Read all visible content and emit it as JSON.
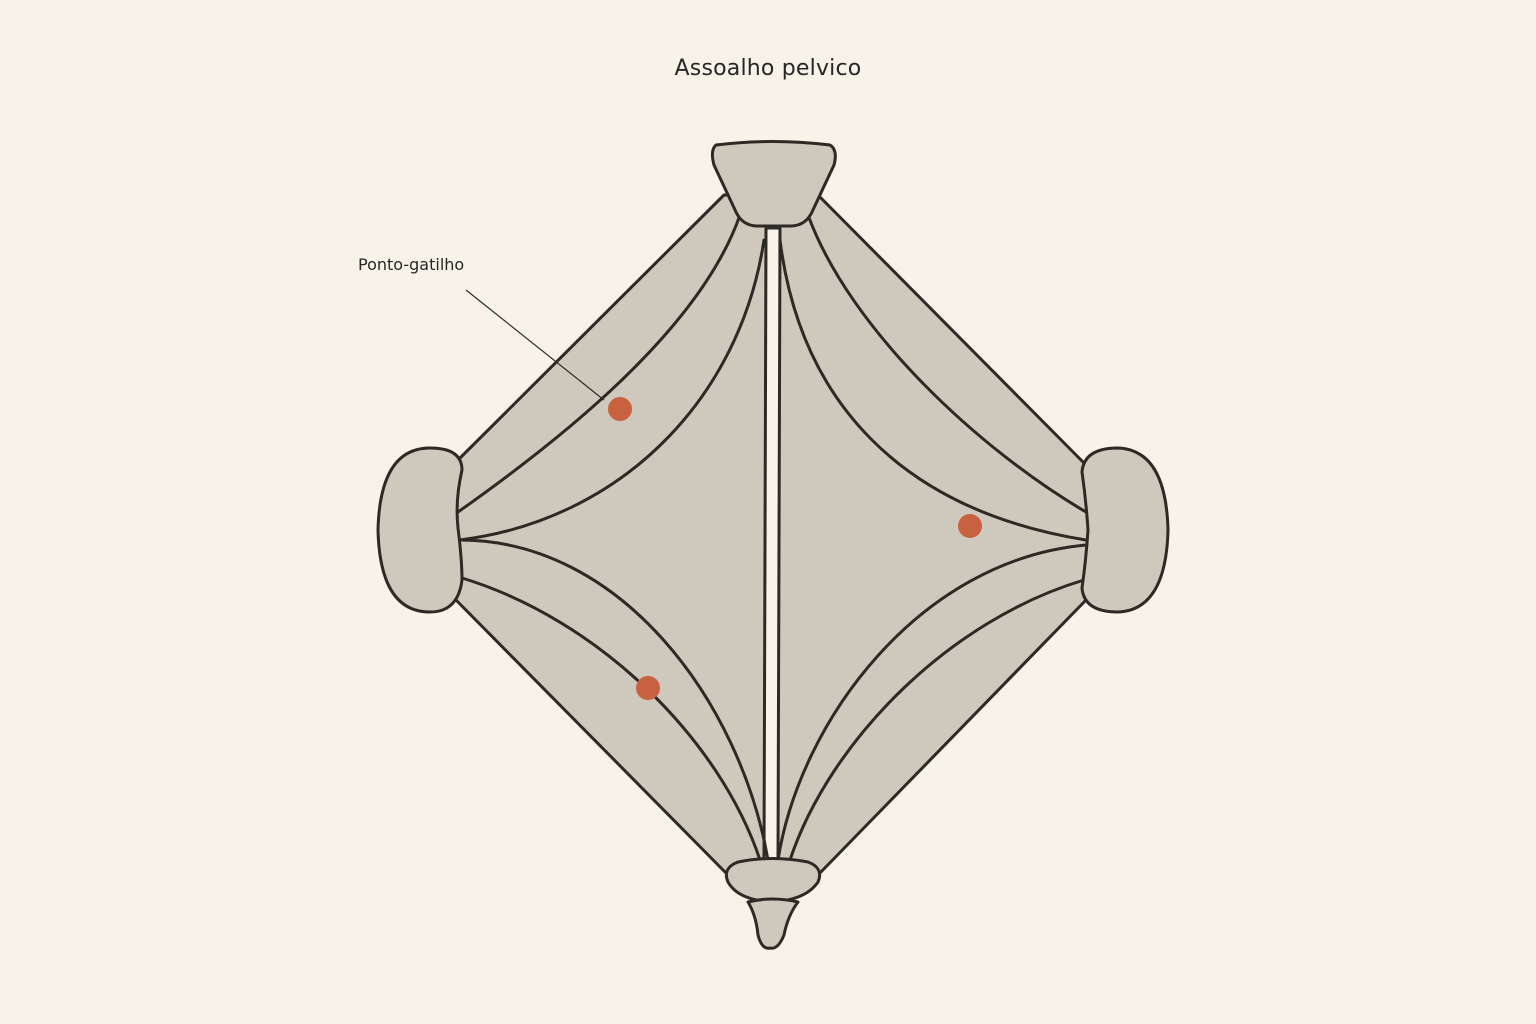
{
  "diagram": {
    "title": "Assoalho pelvico",
    "callout_label": "Ponto-gatilho",
    "colors": {
      "background": "#f8f3e8",
      "muscle_fill": "#cfc9bd",
      "outline": "#2d2a26",
      "trigger_point": "#c8613f"
    },
    "icons": [
      "trigger-point-marker"
    ]
  }
}
